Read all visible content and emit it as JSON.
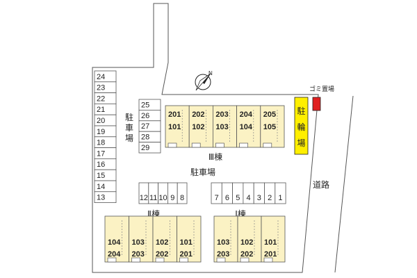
{
  "north_label": "N",
  "labels": {
    "trash": "ゴミ置場",
    "bike": [
      "駐",
      "輪",
      "場"
    ],
    "road": "道路",
    "parking_left": [
      "駐",
      "車",
      "場"
    ],
    "parking_center": "駐車場",
    "building_3": "Ⅲ棟",
    "building_2": "Ⅱ棟",
    "building_1": "Ⅰ棟"
  },
  "parking_left_column": [
    "24",
    "23",
    "22",
    "21",
    "20",
    "19",
    "18",
    "17",
    "16",
    "15",
    "14",
    "13"
  ],
  "parking_mid_column": [
    "25",
    "26",
    "27",
    "28",
    "29"
  ],
  "parking_row_left": [
    "12",
    "11",
    "10",
    "9",
    "8"
  ],
  "parking_row_right": [
    "7",
    "6",
    "5",
    "4",
    "3",
    "2",
    "1"
  ],
  "building_3_units": [
    {
      "upper": "201",
      "lower": "101"
    },
    {
      "upper": "202",
      "lower": "102"
    },
    {
      "upper": "203",
      "lower": "103"
    },
    {
      "upper": "204",
      "lower": "104"
    },
    {
      "upper": "205",
      "lower": "105"
    }
  ],
  "building_2_units": [
    {
      "upper": "104",
      "lower": "204"
    },
    {
      "upper": "103",
      "lower": "203"
    },
    {
      "upper": "102",
      "lower": "202"
    },
    {
      "upper": "101",
      "lower": "201"
    }
  ],
  "building_1_units": [
    {
      "upper": "103",
      "lower": "203"
    },
    {
      "upper": "102",
      "lower": "202"
    },
    {
      "upper": "101",
      "lower": "201"
    }
  ],
  "colors": {
    "building": "#fbf2c4",
    "bike_parking": "#ffef00",
    "trash": "#e02020",
    "outline": "#555555"
  }
}
